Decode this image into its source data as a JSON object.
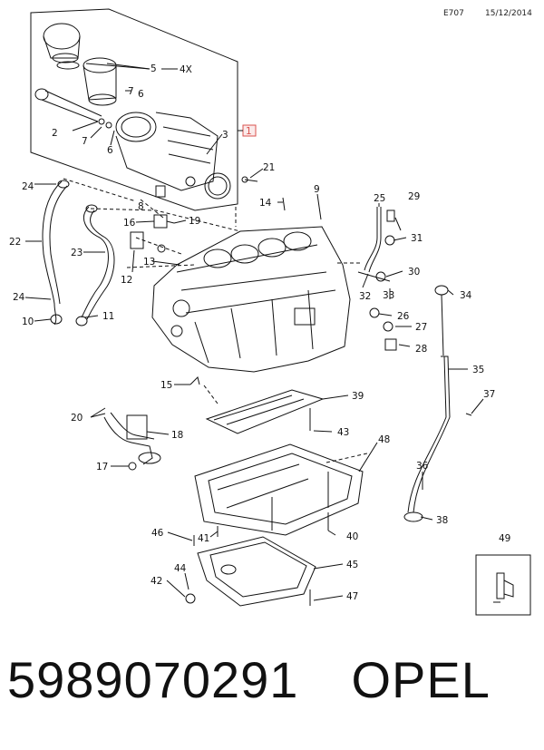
{
  "header": {
    "code": "E707",
    "date": "15/12/2014"
  },
  "callouts": [
    "1",
    "2",
    "3",
    "4X",
    "5",
    "6",
    "7",
    "8",
    "9",
    "10",
    "11",
    "12",
    "13",
    "14",
    "15",
    "16",
    "17",
    "18",
    "19",
    "20",
    "21",
    "22",
    "23",
    "24",
    "25",
    "26",
    "27",
    "28",
    "29",
    "30",
    "31",
    "32",
    "33",
    "34",
    "35",
    "36",
    "37",
    "38",
    "39",
    "40",
    "41",
    "42",
    "43",
    "44",
    "45",
    "46",
    "47",
    "48",
    "49"
  ],
  "footer": {
    "part_number": "5989070291",
    "brand": "OPEL"
  },
  "colors": {
    "highlight": "#d9534f",
    "line": "#111111",
    "background": "#ffffff"
  }
}
